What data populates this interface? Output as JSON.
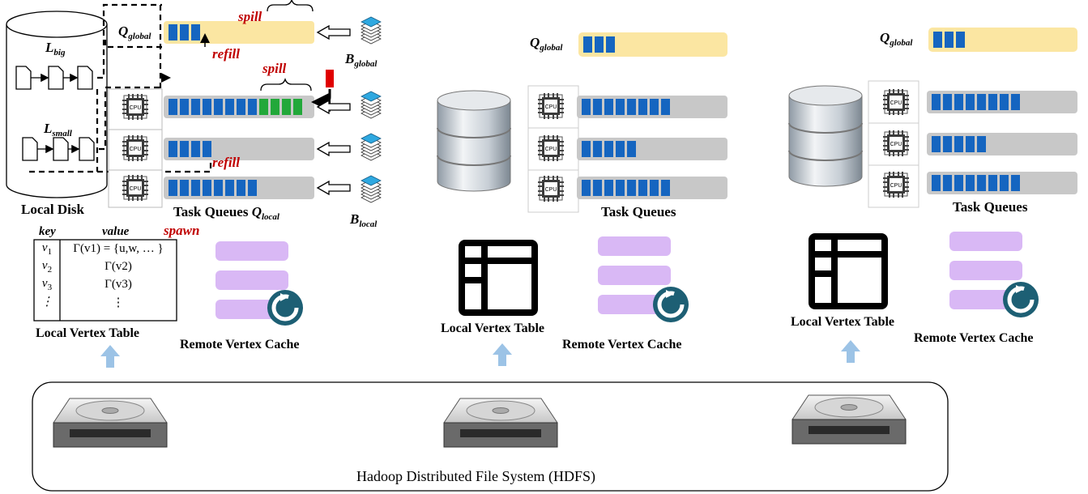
{
  "local_disk": {
    "label": "Local Disk",
    "l_big": "L",
    "l_big_sub": "big",
    "l_small": "L",
    "l_small_sub": "small"
  },
  "queues": {
    "q_global": "Q",
    "q_global_sub": "global",
    "q_local_label": "Task Queues",
    "q_local": "Q",
    "q_local_sub": "local",
    "b_global": "B",
    "b_global_sub": "global",
    "b_local": "B",
    "b_local_sub": "local",
    "spill": "spill",
    "refill": "refill",
    "spawn": "spawn",
    "cpu": "CPU",
    "node1_local_fill": [
      8,
      4,
      8
    ],
    "node1_green": 4,
    "node2_local_fill": [
      8,
      5,
      8
    ],
    "node3_local_fill": [
      8,
      5,
      8
    ],
    "global_fill": 3
  },
  "vertex_table": {
    "key_header": "key",
    "value_header": "value",
    "rows": [
      {
        "key": "v",
        "key_sub": "1",
        "value": "Γ(v1) = {u,w, … }"
      },
      {
        "key": "v",
        "key_sub": "2",
        "value": "Γ(v2)"
      },
      {
        "key": "v",
        "key_sub": "3",
        "value": "Γ(v3)"
      },
      {
        "key": "⋮",
        "key_sub": "",
        "value": "⋮"
      }
    ],
    "label": "Local Vertex Table"
  },
  "remote_cache": {
    "label": "Remote Vertex Cache"
  },
  "node2": {
    "task_queues": "Task Queues",
    "vertex_table": "Local Vertex Table",
    "remote_cache": "Remote Vertex Cache"
  },
  "node3": {
    "task_queues": "Task Queues",
    "vertex_table": "Local Vertex Table",
    "remote_cache": "Remote Vertex Cache"
  },
  "hdfs": {
    "label": "Hadoop Distributed File System (HDFS)"
  },
  "colors": {
    "global_queue": "#fbe6a2",
    "local_queue": "#c8c8c8",
    "task_blue": "#1565c0",
    "task_green": "#22a83a",
    "cache_purple": "#d9b8f5",
    "arrow_blue": "#9cc3e6",
    "accent_red": "#c00000",
    "cycle_teal": "#1d5f74"
  }
}
